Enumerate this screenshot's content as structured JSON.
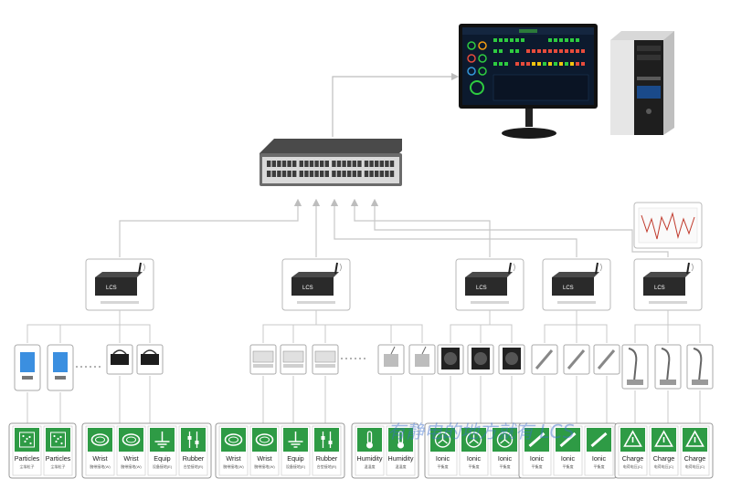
{
  "colors": {
    "line": "#cfcfcf",
    "arrow": "#bdbdbd",
    "tile_green": "#2e9b45",
    "tile_border": "#9a9a9a",
    "device_dark": "#2a2a2a",
    "watermark": "#3a6fd0"
  },
  "icons": {
    "switch": "network-switch-icon",
    "gateway": "wireless-gateway-icon",
    "monitor": "monitor-dashboard-icon",
    "pc": "desktop-tower-icon",
    "chart": "trend-chart-icon"
  },
  "gateways": [
    {
      "label": "LCS"
    },
    {
      "label": "LCS"
    },
    {
      "label": "LCS"
    },
    {
      "label": "LCS"
    },
    {
      "label": "LCS"
    }
  ],
  "tile_groups": [
    {
      "tiles": [
        {
          "en": "Particles",
          "cn": "尘埃粒子",
          "icon": "particles-icon"
        },
        {
          "en": "Particles",
          "cn": "尘埃粒子",
          "icon": "particles-icon"
        }
      ]
    },
    {
      "tiles": [
        {
          "en": "Wrist",
          "cn": "腕带接地(W)",
          "icon": "wrist-strap-icon"
        },
        {
          "en": "Wrist",
          "cn": "腕带接地(W)",
          "icon": "wrist-strap-icon"
        },
        {
          "en": "Equip",
          "cn": "设备接地(E)",
          "icon": "equipment-ground-icon"
        },
        {
          "en": "Rubber",
          "cn": "台垫接地(R)",
          "icon": "rubber-mat-icon"
        }
      ]
    },
    {
      "tiles": [
        {
          "en": "Wrist",
          "cn": "腕带接地(W)",
          "icon": "wrist-strap-icon"
        },
        {
          "en": "Wrist",
          "cn": "腕带接地(W)",
          "icon": "wrist-strap-icon"
        },
        {
          "en": "Equip",
          "cn": "设备接地(E)",
          "icon": "equipment-ground-icon"
        },
        {
          "en": "Rubber",
          "cn": "台垫接地(R)",
          "icon": "rubber-mat-icon"
        }
      ]
    },
    {
      "tiles": [
        {
          "en": "Humidity",
          "cn": "温湿度",
          "icon": "thermometer-icon"
        },
        {
          "en": "Humidity",
          "cn": "温湿度",
          "icon": "thermometer-icon"
        }
      ]
    },
    {
      "tiles": [
        {
          "en": "Ionic",
          "cn": "平衡度",
          "icon": "ionizer-fan-icon"
        },
        {
          "en": "Ionic",
          "cn": "平衡度",
          "icon": "ionizer-fan-icon"
        },
        {
          "en": "Ionic",
          "cn": "平衡度",
          "icon": "ionizer-fan-icon"
        }
      ]
    },
    {
      "tiles": [
        {
          "en": "Ionic",
          "cn": "平衡度",
          "icon": "ionizer-bar-icon"
        },
        {
          "en": "Ionic",
          "cn": "平衡度",
          "icon": "ionizer-bar-icon"
        },
        {
          "en": "Ionic",
          "cn": "平衡度",
          "icon": "ionizer-bar-icon"
        }
      ]
    },
    {
      "tiles": [
        {
          "en": "Charge",
          "cn": "电荷电压(C)",
          "icon": "warning-triangle-icon"
        },
        {
          "en": "Charge",
          "cn": "电荷电压(C)",
          "icon": "warning-triangle-icon"
        },
        {
          "en": "Charge",
          "cn": "电荷电压(C)",
          "icon": "warning-triangle-icon"
        }
      ]
    }
  ],
  "watermark": "有静电的地方就有 LCS"
}
